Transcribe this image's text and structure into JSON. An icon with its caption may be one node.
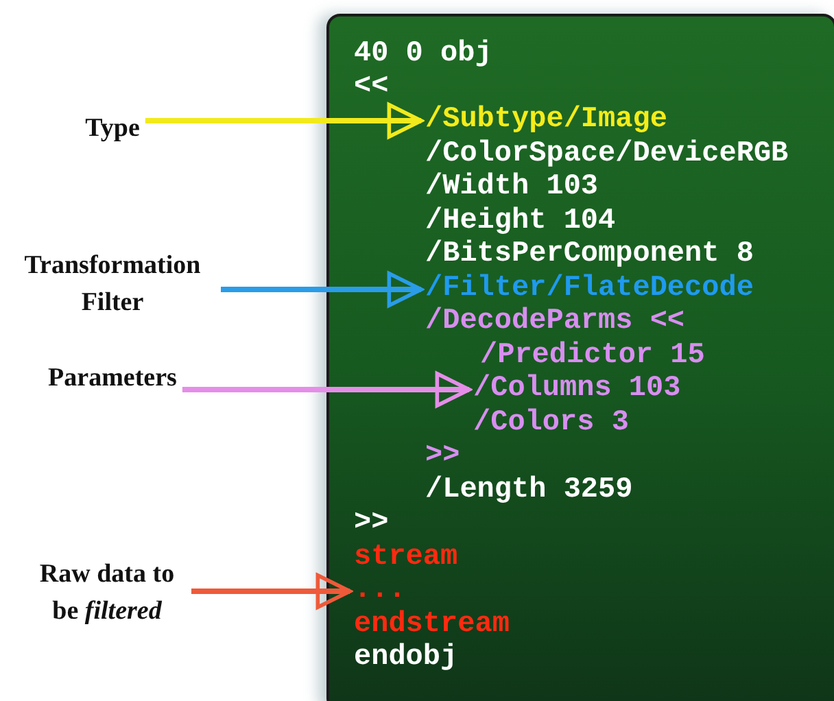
{
  "diagram": {
    "nodes": [
      {
        "text": [],
        "shape": "box"
      },
      {
        "text": [
          "40 0 obj"
        ],
        "in": 0
      },
      {
        "text": [
          "<<"
        ],
        "in": 0
      },
      {
        "text": [
          "/Subtype/Image"
        ],
        "in": 0
      },
      {
        "text": [
          "/ColorSpace/DeviceRGB"
        ],
        "in": 0
      },
      {
        "text": [
          "/Width 103"
        ],
        "in": 0
      },
      {
        "text": [
          "/Height 104"
        ],
        "in": 0
      },
      {
        "text": [
          "/BitsPerComponent 8"
        ],
        "in": 0
      },
      {
        "text": [
          "/Filter/FlateDecode"
        ],
        "in": 0
      },
      {
        "text": [
          "/DecodeParms <<"
        ],
        "in": 0
      },
      {
        "text": [
          "/Predictor 15"
        ],
        "in": 0
      },
      {
        "text": [
          "/Columns 103"
        ],
        "in": 0
      },
      {
        "text": [
          "/Colors 3"
        ],
        "in": 0
      },
      {
        "text": [
          ">>"
        ],
        "in": 0
      },
      {
        "text": [
          "/Length 3259"
        ],
        "in": 0
      },
      {
        "text": [
          ">>"
        ],
        "in": 0
      },
      {
        "text": [
          "stream"
        ],
        "in": 0
      },
      {
        "text": [
          "..."
        ],
        "in": 0
      },
      {
        "text": [
          "endstream"
        ],
        "in": 0
      },
      {
        "text": [
          "endobj"
        ],
        "in": 0
      },
      {
        "text": [
          "Type"
        ]
      },
      {
        "text": [
          "Transformation Filter"
        ]
      },
      {
        "text": [
          "Parameters"
        ]
      },
      {
        "text": [
          "Raw data to be *filtered*"
        ]
      }
    ],
    "edges": [
      {
        "from": 20,
        "to": 3,
        "arrow": "to",
        "color": "#f2ea1c"
      },
      {
        "from": 21,
        "to": 8,
        "arrow": "to",
        "color": "#2a9ce8"
      },
      {
        "from": 22,
        "to": 11,
        "arrow": "to",
        "color": "#e58ee8"
      },
      {
        "from": 23,
        "to": 17,
        "arrow": "to",
        "color": "#ee5a3a"
      }
    ]
  }
}
